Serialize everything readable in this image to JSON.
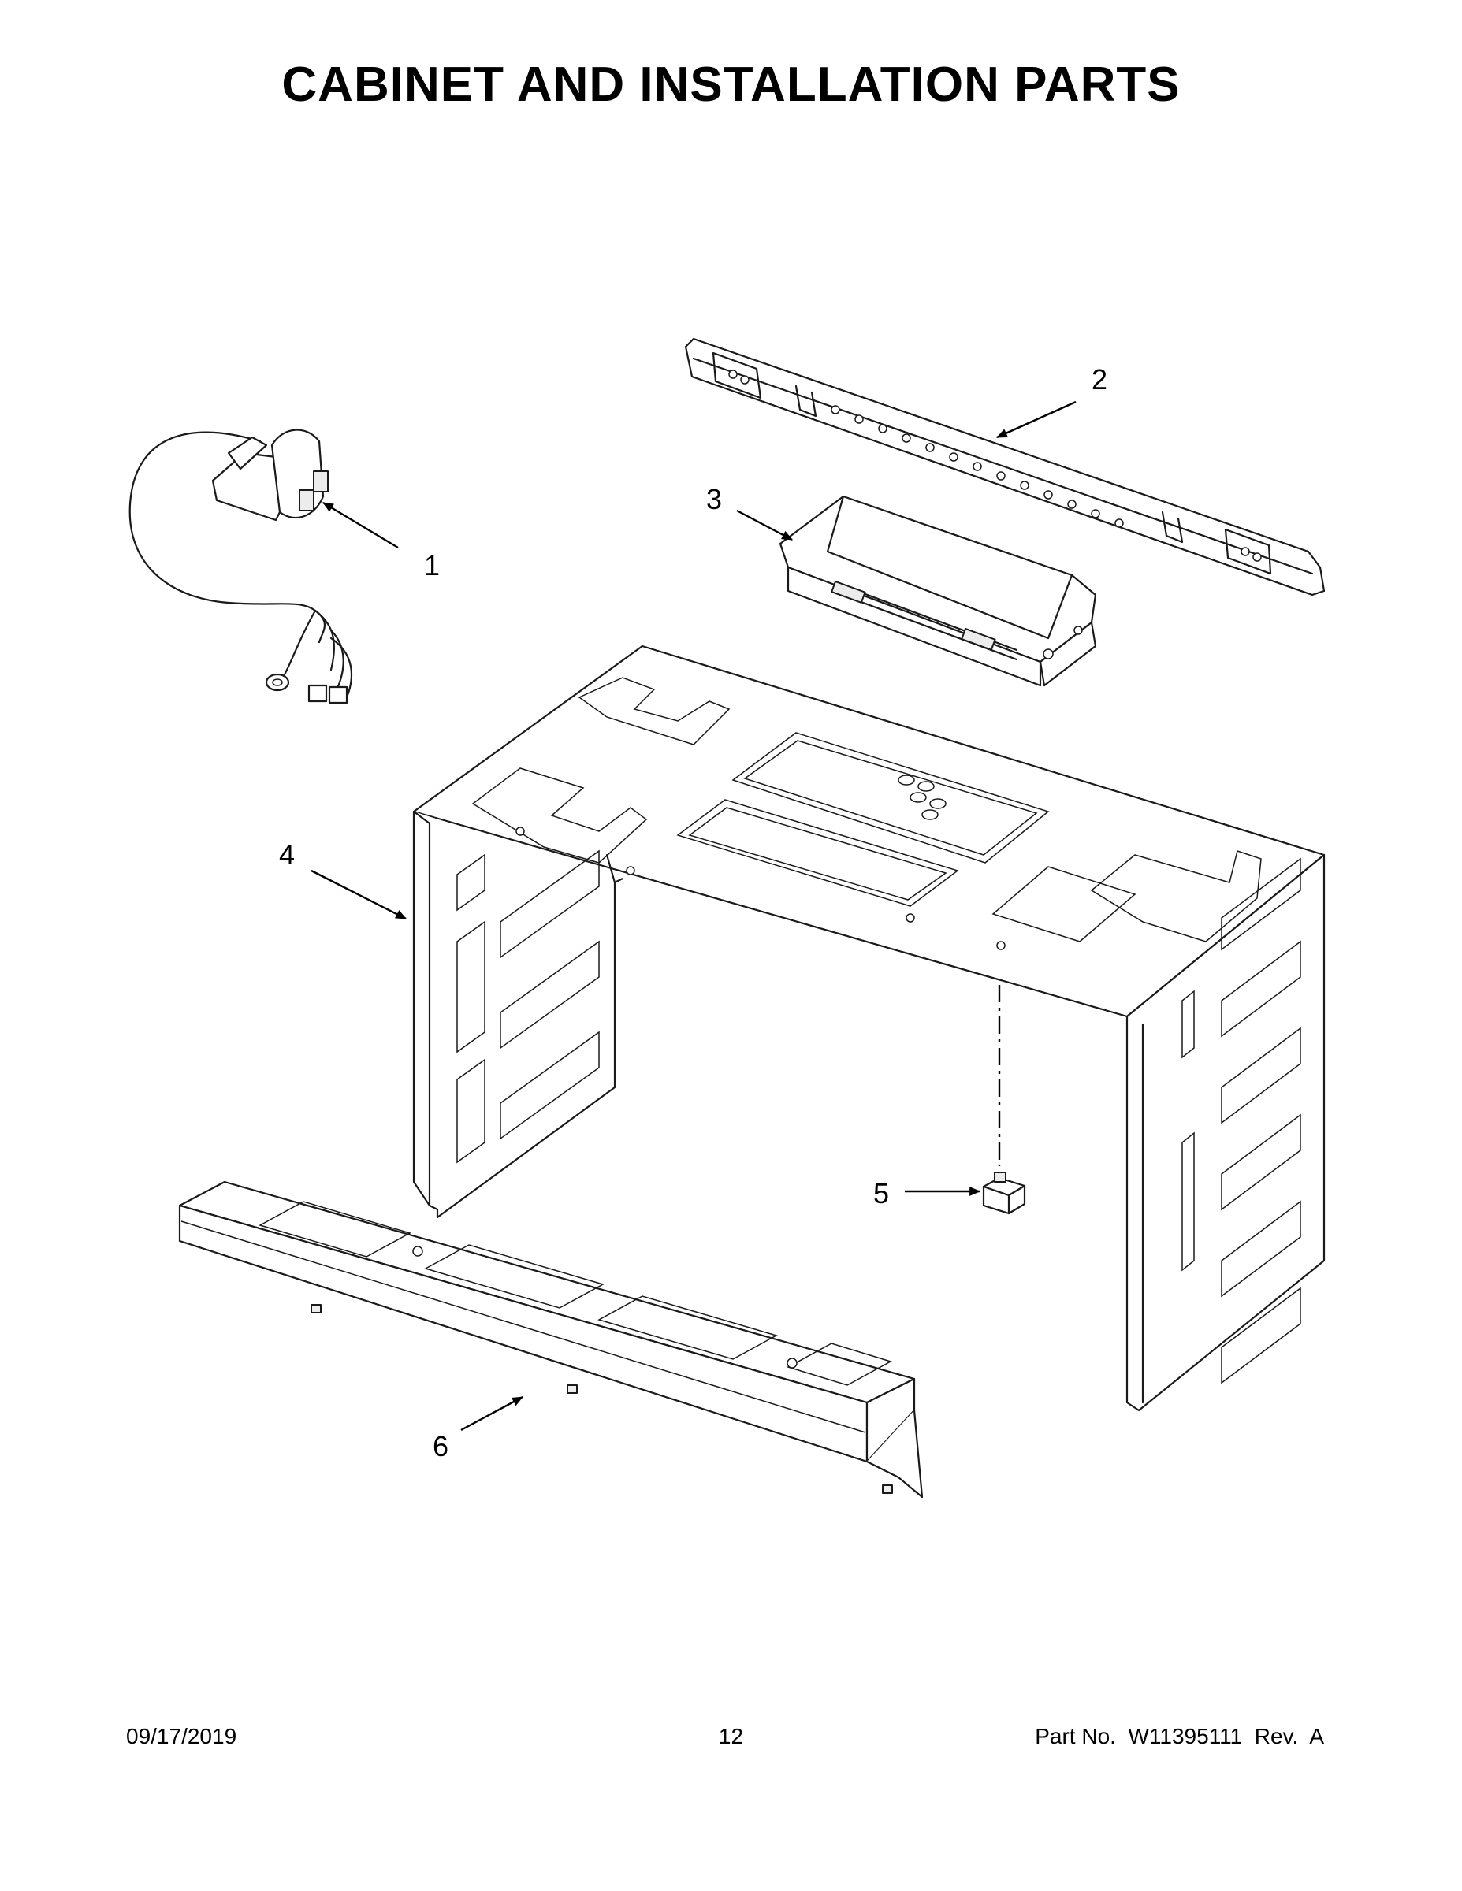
{
  "page": {
    "title": "CABINET AND INSTALLATION PARTS"
  },
  "callouts": [
    {
      "label": "1",
      "part": "power-cord"
    },
    {
      "label": "2",
      "part": "mounting-rail-rear"
    },
    {
      "label": "3",
      "part": "exhaust-damper-housing"
    },
    {
      "label": "4",
      "part": "cabinet-wrapper"
    },
    {
      "label": "5",
      "part": "thermal-fuse"
    },
    {
      "label": "6",
      "part": "front-trim-bar"
    }
  ],
  "footer": {
    "date": "09/17/2019",
    "page_number": "12",
    "part_number": "Part No.  W11395111  Rev.  A"
  }
}
